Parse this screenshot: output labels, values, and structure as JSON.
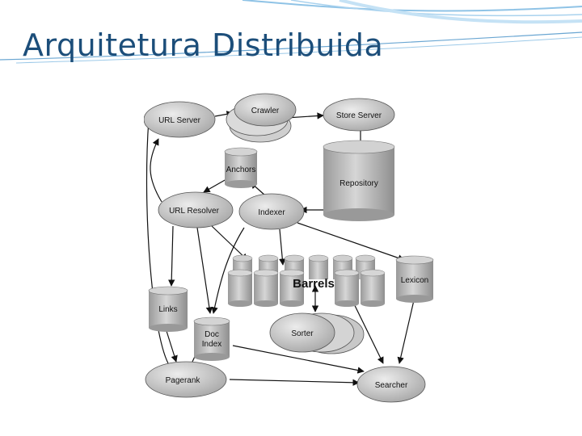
{
  "title": "Arquitetura Distribuida",
  "diagram": {
    "nodes": {
      "url_server": "URL Server",
      "crawler": "Crawler",
      "store_server": "Store Server",
      "anchors": "Anchors",
      "repository": "Repository",
      "url_resolver": "URL Resolver",
      "indexer": "Indexer",
      "barrels": "Barrels",
      "lexicon": "Lexicon",
      "links": "Links",
      "doc_index_line1": "Doc",
      "doc_index_line2": "Index",
      "sorter": "Sorter",
      "pagerank": "Pagerank",
      "searcher": "Searcher"
    }
  },
  "colors": {
    "title": "#1c4e7a",
    "node_fill": "#b8b8b8",
    "node_light": "#dcdcdc",
    "arrow": "#111111",
    "decoration": "#8fc3e6"
  }
}
